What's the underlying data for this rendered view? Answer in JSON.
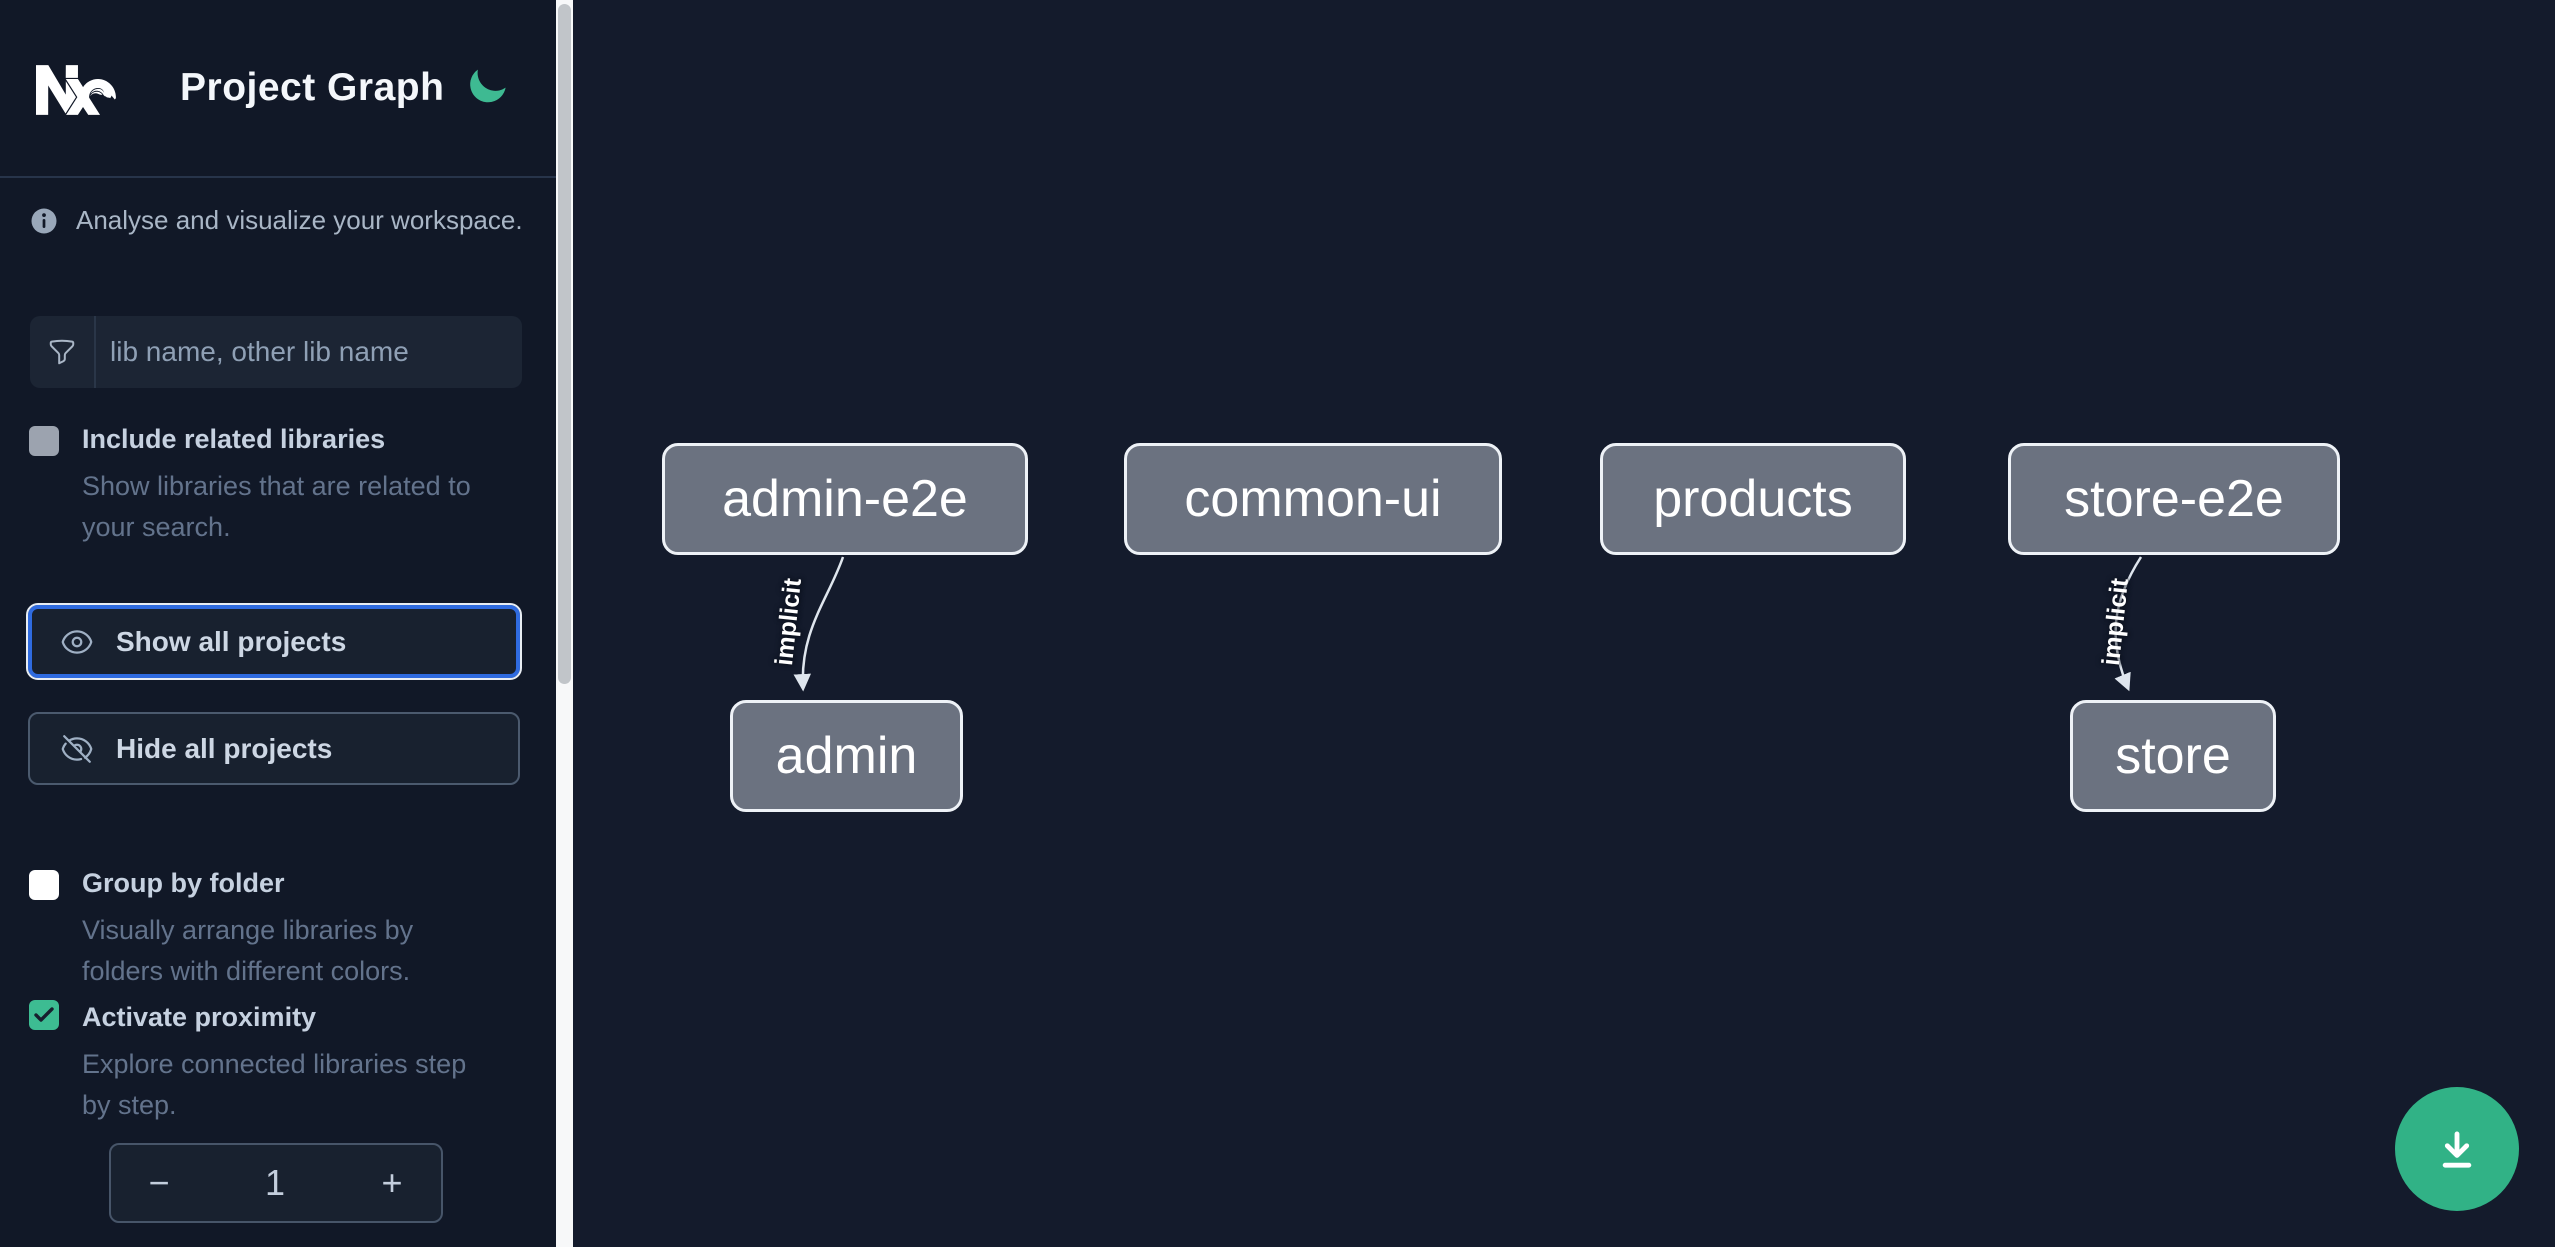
{
  "header": {
    "app_title": "Project Graph",
    "logo_icon": "nx-logo",
    "theme_icon": "moon-icon"
  },
  "sidebar": {
    "tagline": "Analyse and visualize your workspace.",
    "search_placeholder": "lib name, other lib name",
    "options": [
      {
        "label": "Include related libraries",
        "description": "Show libraries that are related to\nyour search.",
        "checked": false
      },
      {
        "label": "Group by folder",
        "description": "Visually arrange libraries by\nfolders with different colors.",
        "checked": false
      },
      {
        "label": "Activate proximity",
        "description": "Explore connected libraries step\nby step.",
        "checked": true
      }
    ],
    "show_all_label": "Show all projects",
    "hide_all_label": "Hide all projects",
    "stepper": {
      "decrement": "−",
      "value": "1",
      "increment": "+"
    }
  },
  "graph": {
    "nodes": [
      {
        "label": "admin-e2e"
      },
      {
        "label": "common-ui"
      },
      {
        "label": "products"
      },
      {
        "label": "store-e2e"
      },
      {
        "label": "admin"
      },
      {
        "label": "store"
      }
    ],
    "edges": [
      {
        "from": "admin-e2e",
        "to": "admin",
        "label": "implicit"
      },
      {
        "from": "store-e2e",
        "to": "store",
        "label": "implicit"
      }
    ]
  },
  "colors": {
    "accent_green": "#31b286",
    "moon_green": "#3eba92",
    "focus_blue": "#2f6be0",
    "node_fill": "#6b7280",
    "sidebar_bg": "#111827",
    "canvas_bg": "#141b2c"
  }
}
